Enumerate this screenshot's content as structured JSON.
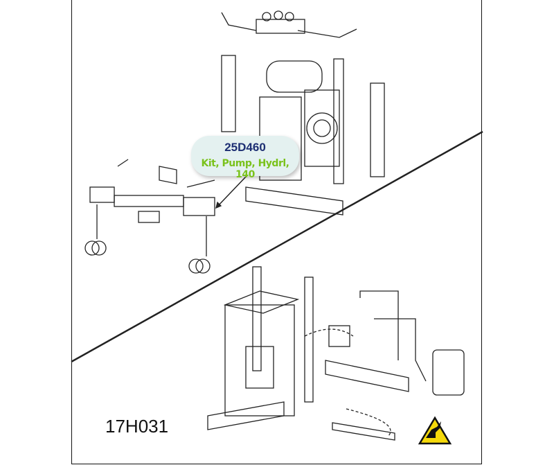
{
  "callout": {
    "part_number": "25D460",
    "description": "Kit, Pump, Hydrl, 140"
  },
  "figure_label": "17H031",
  "warning_icon": "hot-surface-warning-icon",
  "colors": {
    "part_number": "#1d2f73",
    "description": "#7ac21c",
    "callout_bg": "#e4f1f0",
    "warning": "#f5d90a"
  }
}
